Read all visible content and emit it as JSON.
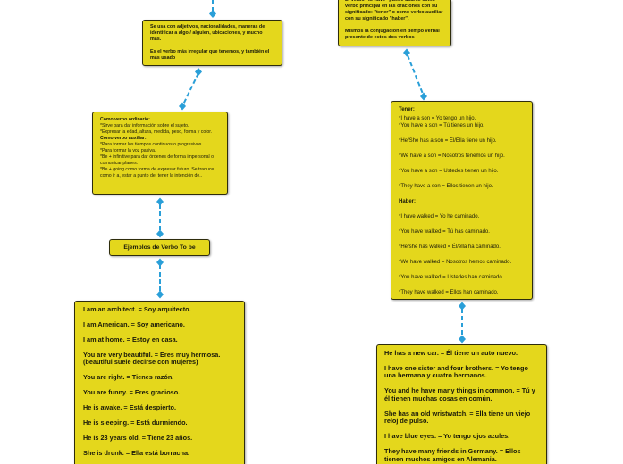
{
  "colors": {
    "node_fill": "#e4d71c",
    "node_border": "#2e2c0c",
    "connector": "#2a9fd8"
  },
  "node_to_be_intro": {
    "paragraphs": [
      "Se usa con adjetivos, nacionalidades, maneras de identificar a algo / alguien, ubicaciones, y mucho más.",
      "Es el verbo más irregular que tenemos, y también el más usado"
    ]
  },
  "node_to_be_uses": {
    "ordinario_heading": "Como verbo ordinario:",
    "ordinario_items": [
      "*Sirve para dar información sobre el sujeto.",
      "*Expresar la edad, altura, medida, peso, forma y color."
    ],
    "auxiliar_heading": "Como verbo auxiliar:",
    "auxiliar_items": [
      "*Para formar los tiempos continuos o progresivos.",
      "*Para formar la voz pasiva.",
      "*Be + infinitive para dar órdenes de forma impersonal o comunicar planes.",
      "*Be + going como forma de expresar futuro. Se traduce como ir a, estar a punto de, tener la intención de.."
    ]
  },
  "node_to_be_examples_label": {
    "label": "Ejemplos de Verbo To be"
  },
  "node_to_be_examples": {
    "paragraphs": [
      "I am an architect. = Soy arquitecto.",
      "I am American. = Soy americano.",
      "I am at home. = Estoy en casa.",
      "You are very beautiful. = Eres muy hermosa. (beautiful suele decirse con mujeres)",
      "You are right. = Tienes razón.",
      "You are funny. = Eres gracioso.",
      "He is awake. = Está despierto.",
      "He is sleeping. = Está durmiendo.",
      "He is 23 years old. = Tiene 23 años.",
      "She is drunk. = Ella está borracha."
    ]
  },
  "node_to_have_intro": {
    "paragraphs": [
      "El verbo \"to have\" puede usarse como verbo principal en las oraciones con su significado: \"tener\" o como verbo auxiliar con su significado \"haber\".",
      "Mismos la conjugación en tiempo verbal presente de estos dos verbos"
    ]
  },
  "node_to_have_conjugation": {
    "tener_heading": "Tener:",
    "tener_items": [
      "*I have a son = Yo tengo un hijo.",
      "*You have a son = Tú tienes un hijo.",
      "*He/She has a son = Él/Ella tiene un hijo.",
      "*We have a son = Nosotros tenemos un hijo.",
      "*You have a son = Ustedes tienen un hijo.",
      "*They have a son = Ellos tienen un hijo."
    ],
    "haber_heading": "Haber:",
    "haber_items": [
      "*I have walked = Yo he caminado.",
      "*You have walked = Tú has caminado.",
      "*He/she has walked = Él/ella ha caminado.",
      "*We have walked = Nosotros hemos caminado.",
      "*You have walked = Ustedes han caminado.",
      "*They have walked = Ellos han caminado."
    ]
  },
  "node_to_have_examples": {
    "paragraphs": [
      "He has a new car. = Él tiene un auto nuevo.",
      "I have one sister and four brothers. = Yo tengo una hermana y cuatro hermanos.",
      "You and he have many things in common. = Tú y él tienen muchas cosas en común.",
      "She has an old wristwatch. = Ella tiene un viejo reloj de pulso.",
      "I have blue eyes. = Yo tengo ojos azules.",
      "They have many friends in Germany. = Ellos tienen muchos amigos en Alemania."
    ]
  }
}
